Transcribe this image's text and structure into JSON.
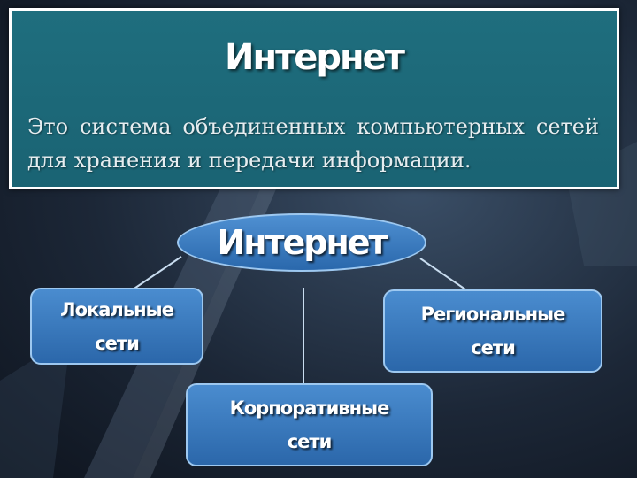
{
  "definition": {
    "title": "Интернет",
    "text": "Это система объединенных компьютерных сетей для хранения и передачи информации."
  },
  "diagram": {
    "center": "Интернет",
    "nodes": [
      {
        "label": "Локальные\nсети"
      },
      {
        "label": "Корпоративные\nсети"
      },
      {
        "label": "Региональные\nсети"
      }
    ]
  }
}
